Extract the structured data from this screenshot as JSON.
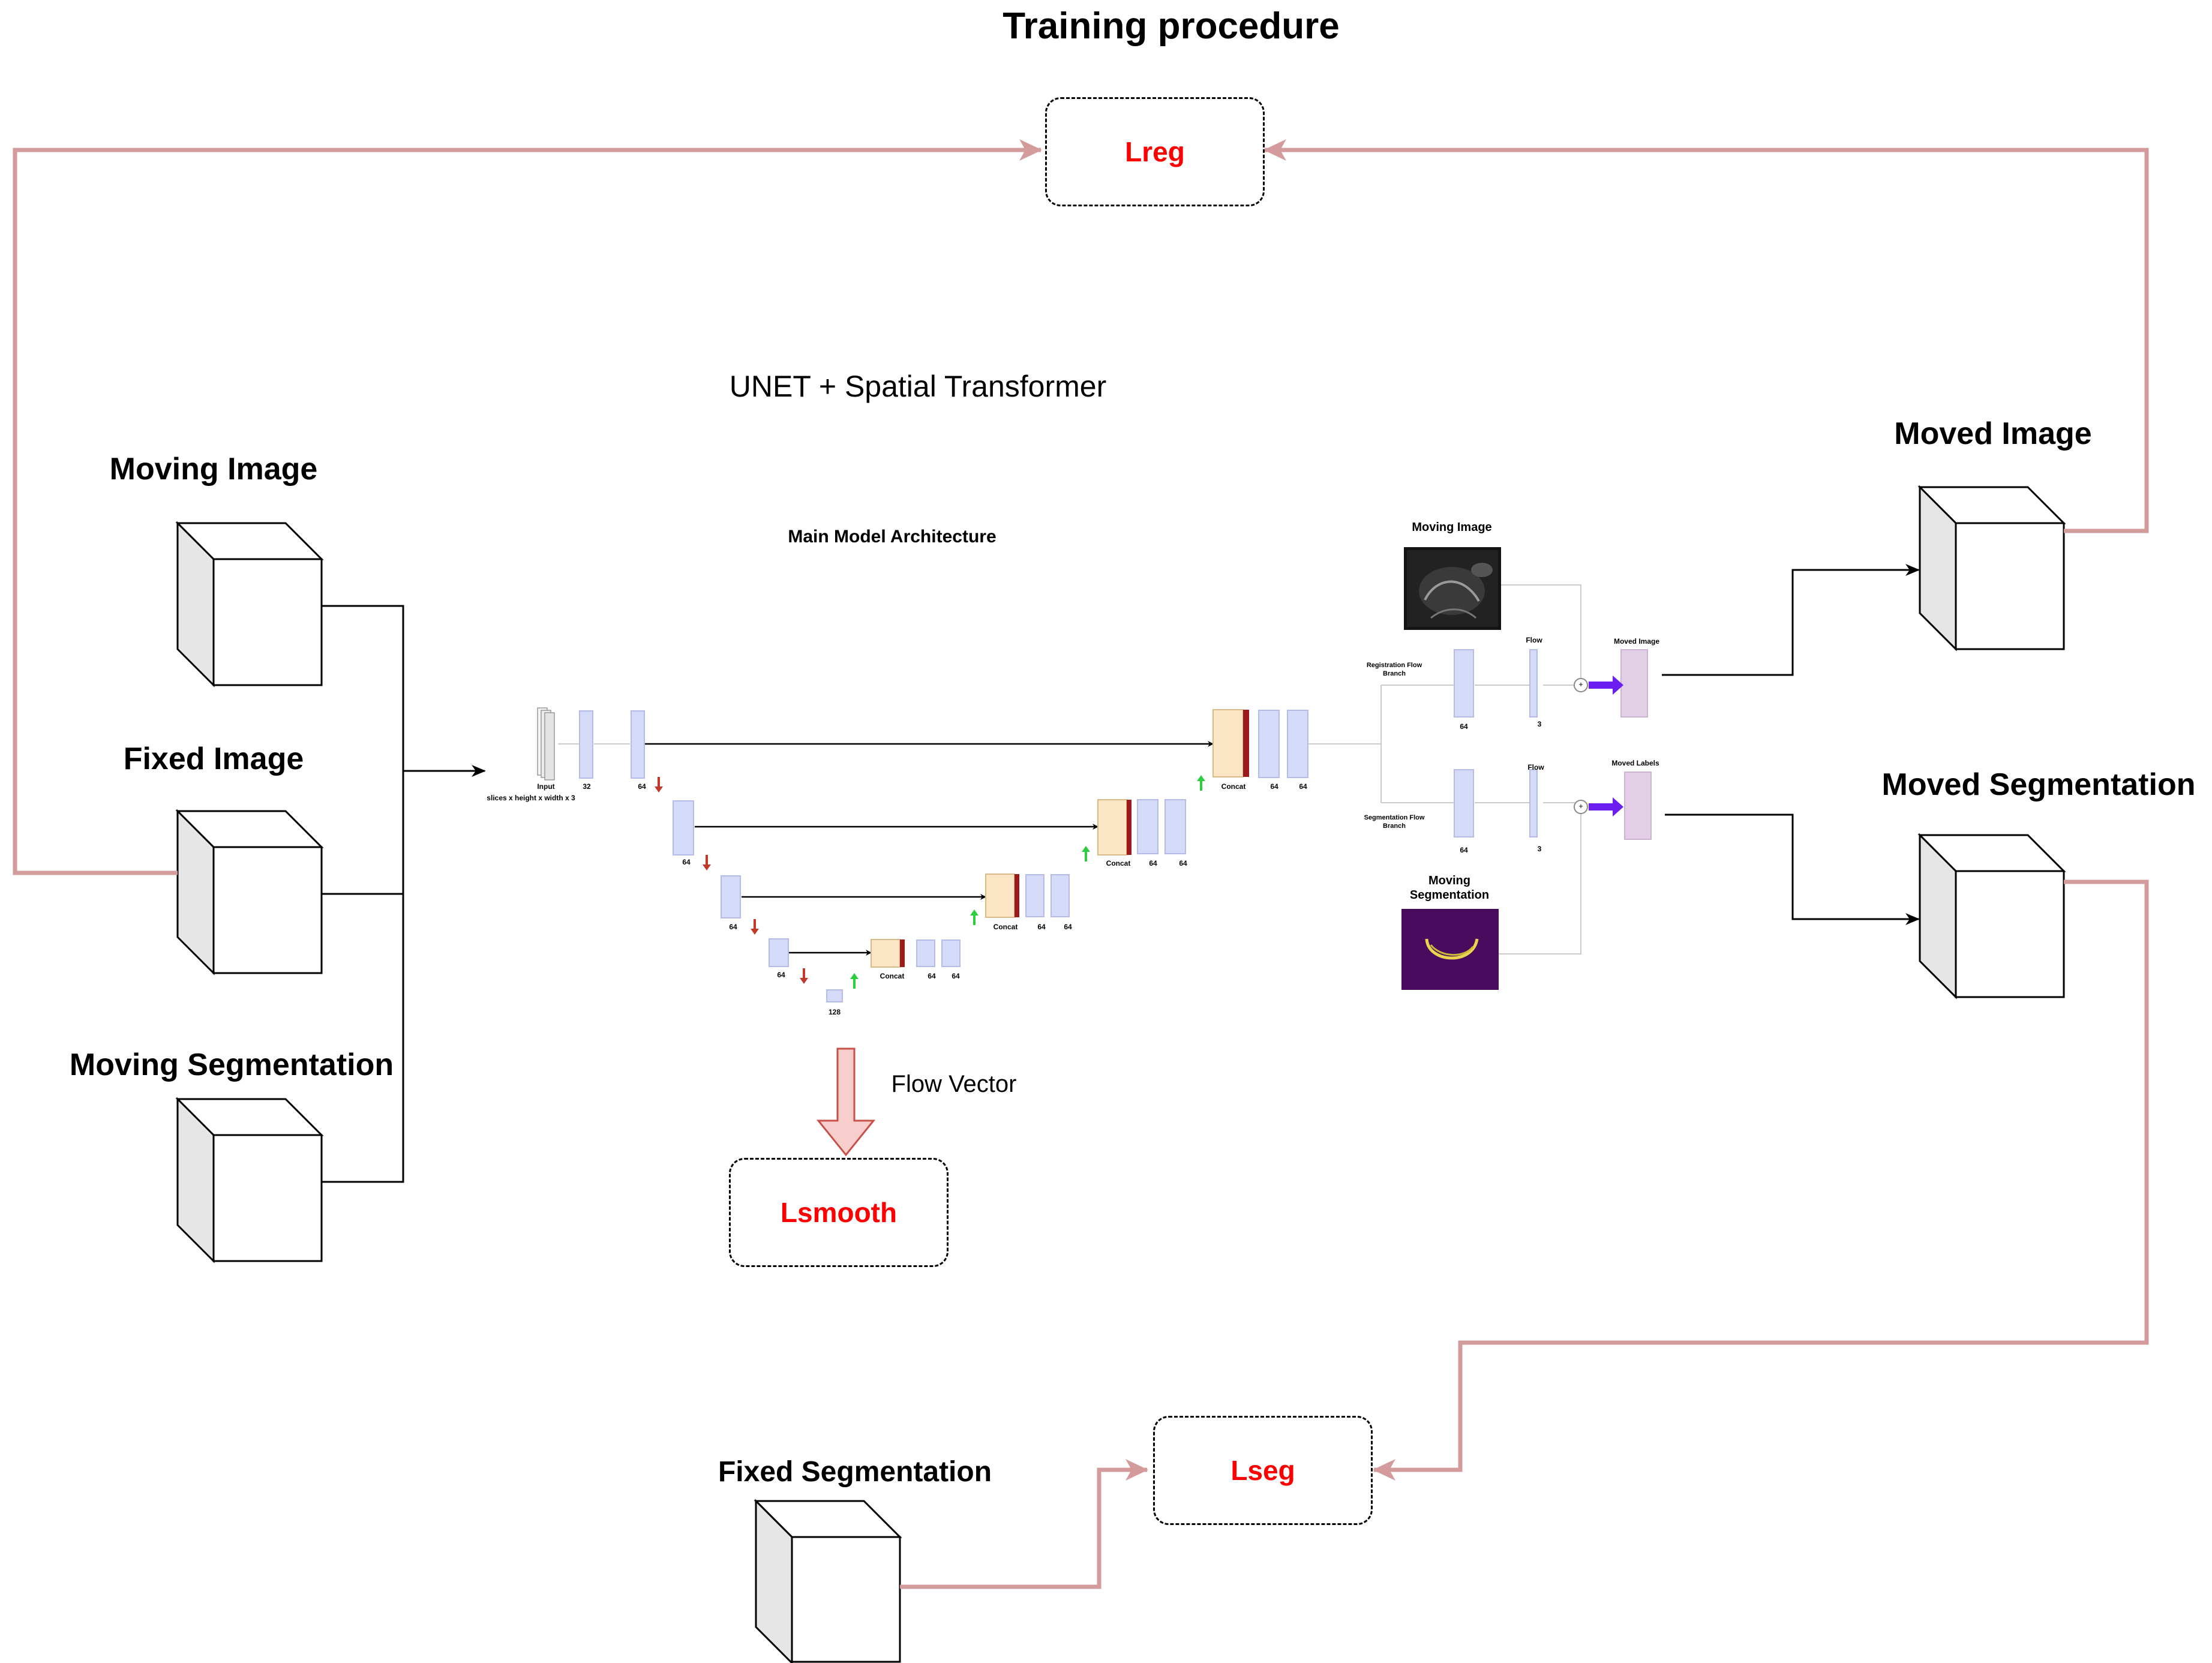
{
  "title": "Training procedure",
  "subtitle": "UNET + Spatial Transformer",
  "inputs": {
    "moving_image": "Moving Image",
    "fixed_image": "Fixed Image",
    "moving_segmentation": "Moving Segmentation",
    "fixed_segmentation": "Fixed Segmentation"
  },
  "outputs": {
    "moved_image": "Moved Image",
    "moved_segmentation": "Moved Segmentation"
  },
  "losses": {
    "reg": "Lreg",
    "smooth": "Lsmooth",
    "seg": "Lseg"
  },
  "flow_vector_label": "Flow Vector",
  "architecture": {
    "title": "Main Model Architecture",
    "input_label": "Input",
    "input_shape": "slices x height x width x 3",
    "channels": {
      "enc_32": "32",
      "enc1_64": "64",
      "enc2_64": "64",
      "enc3_64": "64",
      "enc4_64": "64",
      "bottleneck": "128",
      "dec4_a": "64",
      "dec4_b": "64",
      "dec3_a": "64",
      "dec3_b": "64",
      "dec2_a": "64",
      "dec2_b": "64",
      "dec1_a": "64",
      "dec1_b": "64"
    },
    "concat_label": "Concat",
    "registration_branch": "Registration Flow Branch",
    "segmentation_branch": "Segmentation Flow Branch",
    "branch_channels": "64",
    "flow_label": "Flow",
    "flow_channels": "3",
    "moving_image_label": "Moving Image",
    "moving_segmentation_label": "Moving Segmentation",
    "moved_image_label": "Moved Image",
    "moved_labels_label": "Moved Labels",
    "plus_sign": "+"
  },
  "colors": {
    "loss_text": "#ff0000",
    "feedback_line": "#d39b9b",
    "flow_arrow_fill": "#f8cecc",
    "flow_arrow_stroke": "#c7504a",
    "block_blue": "#d4daf7",
    "block_concat": "#fbe5c4",
    "block_concat_edge": "#9b1b1b",
    "block_moved": "#e2cfe6",
    "down_arrow": "#c0392b",
    "up_arrow": "#2ecc40",
    "warp_arrow": "#6a1ef0"
  }
}
